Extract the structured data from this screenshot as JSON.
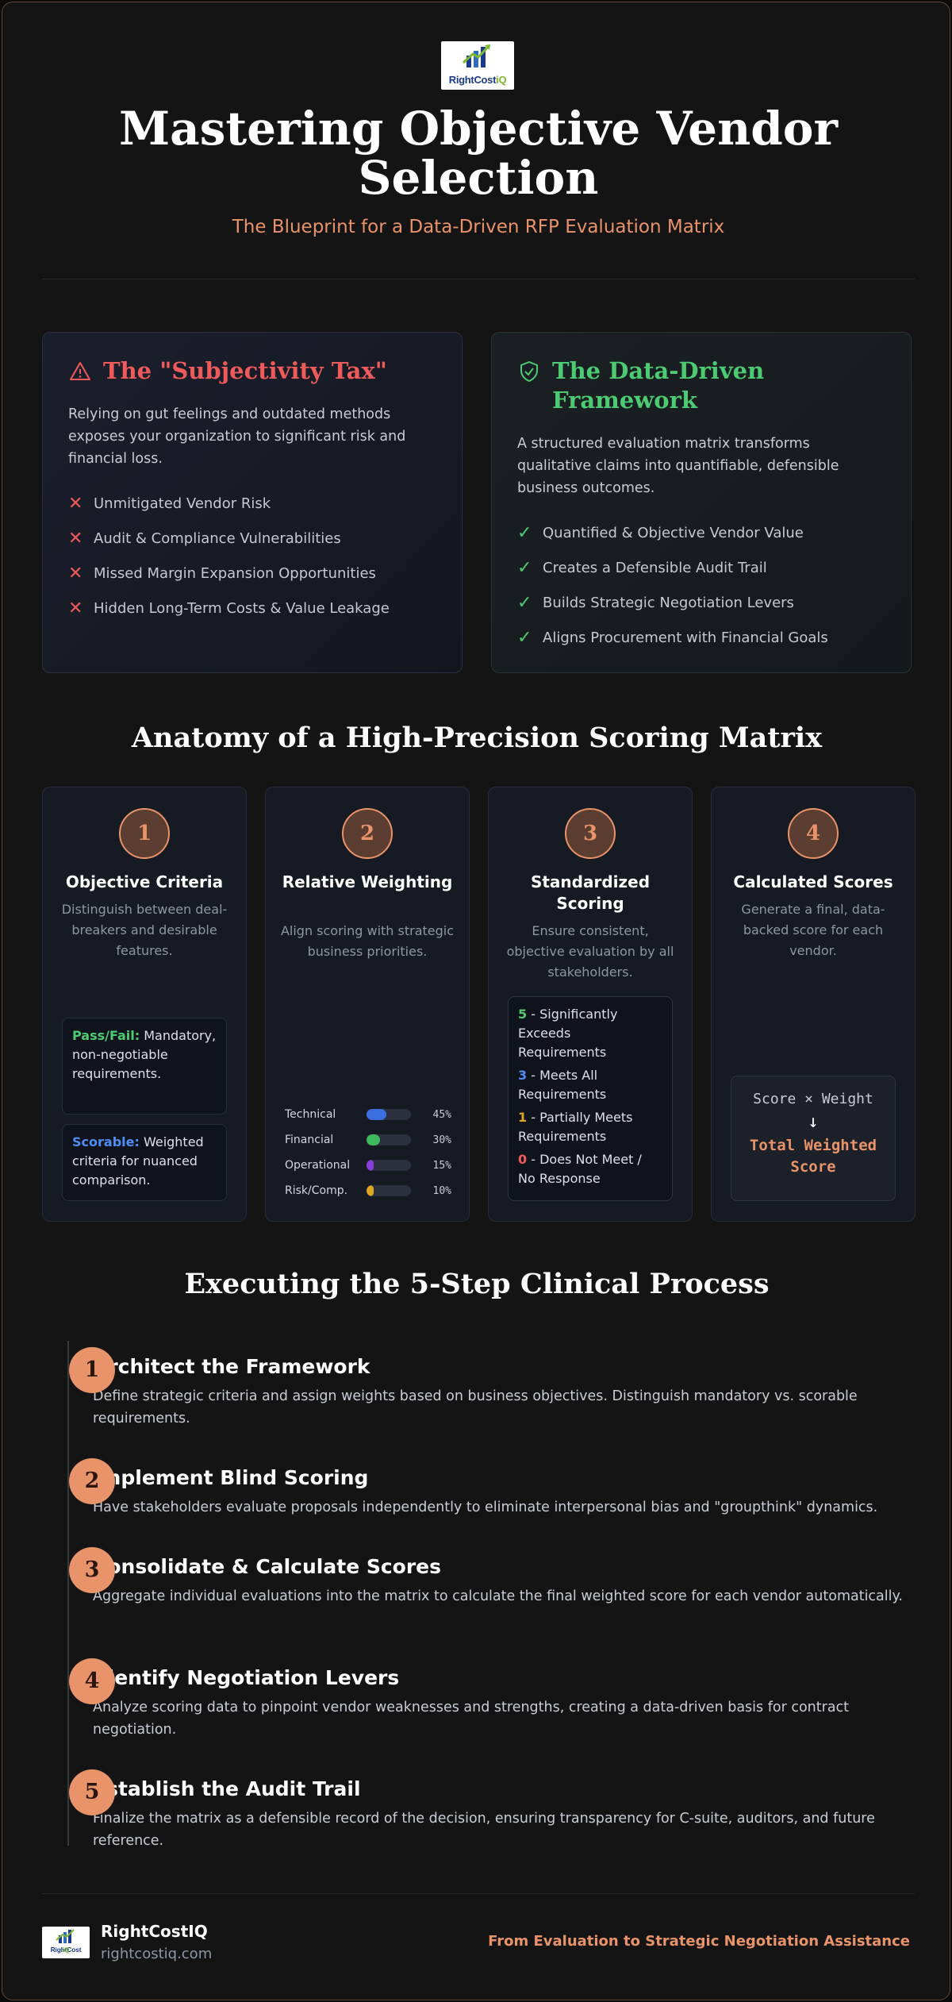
{
  "brand": {
    "logo_word": "RightCost",
    "logo_iq": "iQ",
    "name": "RightCostIQ",
    "url": "rightcostiq.com",
    "tagline": "From Evaluation to Strategic Negotiation Assistance"
  },
  "hero": {
    "title": "Mastering Objective Vendor Selection",
    "subtitle": "The Blueprint for a Data-Driven RFP Evaluation Matrix"
  },
  "compare": {
    "problem": {
      "icon": "warning-icon",
      "title": "The \"Subjectivity Tax\"",
      "description": "Relying on gut feelings and outdated methods exposes your organization to significant risk and financial loss.",
      "items": [
        "Unmitigated Vendor Risk",
        "Audit & Compliance Vulnerabilities",
        "Missed Margin Expansion Opportunities",
        "Hidden Long-Term Costs & Value Leakage"
      ]
    },
    "solution": {
      "icon": "shield-check-icon",
      "title": "The Data-Driven Framework",
      "description": "A structured evaluation matrix transforms qualitative claims into quantifiable, defensible business outcomes.",
      "items": [
        "Quantified & Objective Vendor Value",
        "Creates a Defensible Audit Trail",
        "Builds Strategic Negotiation Levers",
        "Aligns Procurement with Financial Goals"
      ]
    }
  },
  "anatomy": {
    "title": "Anatomy of a High-Precision Scoring Matrix",
    "cards": [
      {
        "number": "1",
        "title": "Objective Criteria",
        "description": "Distinguish between deal-breakers and desirable features.",
        "passfail_label": "Pass/Fail:",
        "passfail_text": " Mandatory, non-negotiable requirements.",
        "scorable_label": "Scorable:",
        "scorable_text": " Weighted criteria for nuanced comparison."
      },
      {
        "number": "2",
        "title": "Relative Weighting",
        "description": "Align scoring with strategic business priorities.",
        "weights": [
          {
            "label": "Technical",
            "percent": "45%",
            "value": 0.45,
            "color": "#3b6fe0"
          },
          {
            "label": "Financial",
            "percent": "30%",
            "value": 0.3,
            "color": "#3cba5c"
          },
          {
            "label": "Operational",
            "percent": "15%",
            "value": 0.15,
            "color": "#8a3ee0"
          },
          {
            "label": "Risk/Comp.",
            "percent": "10%",
            "value": 0.1,
            "color": "#e0a520"
          }
        ]
      },
      {
        "number": "3",
        "title": "Standardized Scoring",
        "description": "Ensure consistent, objective evaluation by all stakeholders.",
        "scale": [
          {
            "score": "5",
            "text": " - Significantly Exceeds Requirements",
            "color": "#4ccb73"
          },
          {
            "score": "3",
            "text": " - Meets All Requirements",
            "color": "#4f8ef5"
          },
          {
            "score": "1",
            "text": " - Partially Meets Requirements",
            "color": "#e0a520"
          },
          {
            "score": "0",
            "text": " - Does Not Meet / No Response",
            "color": "#ef5a5a"
          }
        ]
      },
      {
        "number": "4",
        "title": "Calculated Scores",
        "description": "Generate a final, data-backed score for each vendor.",
        "formula": "Score × Weight",
        "arrow": "↓",
        "result": "Total Weighted Score"
      }
    ]
  },
  "process": {
    "title": "Executing the 5-Step Clinical Process",
    "steps": [
      {
        "number": "1",
        "title": "Architect the Framework",
        "description": "Define strategic criteria and assign weights based on business objectives. Distinguish mandatory vs. scorable requirements."
      },
      {
        "number": "2",
        "title": "Implement Blind Scoring",
        "description": "Have stakeholders evaluate proposals independently to eliminate interpersonal bias and \"groupthink\" dynamics."
      },
      {
        "number": "3",
        "title": "Consolidate & Calculate Scores",
        "description": "Aggregate individual evaluations into the matrix to calculate the final weighted score for each vendor automatically."
      },
      {
        "number": "4",
        "title": "Identify Negotiation Levers",
        "description": "Analyze scoring data to pinpoint vendor weaknesses and strengths, creating a data-driven basis for contract negotiation."
      },
      {
        "number": "5",
        "title": "Establish the Audit Trail",
        "description": "Finalize the matrix as a defensible record of the decision, ensuring transparency for C-suite, auditors, and future reference."
      }
    ]
  },
  "colors": {
    "accent": "#e8936a",
    "danger": "#ef5a5a",
    "success": "#4ccb73",
    "info": "#4f8ef5"
  }
}
